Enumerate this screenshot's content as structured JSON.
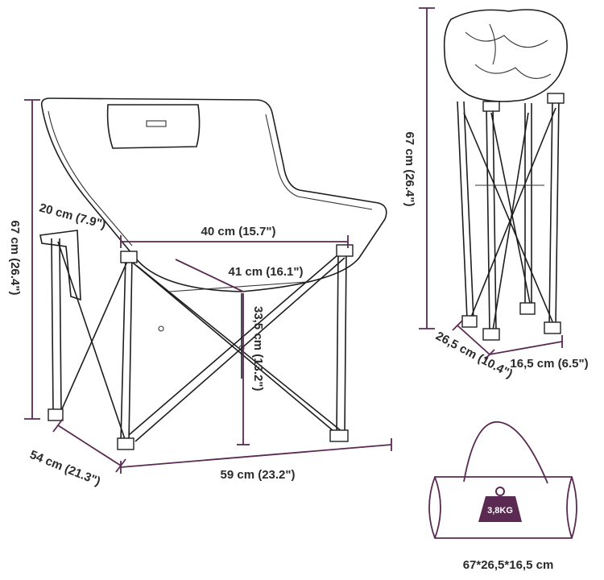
{
  "colors": {
    "dimension": "#5a2a52",
    "weight_tag": "#5a2a52",
    "outline": "#1e1e1e"
  },
  "chair": {
    "height": "67 cm (26.4\")",
    "armrest": "20 cm (7.9\")",
    "seat_width": "40 cm (15.7\")",
    "seat_depth": "41 cm (16.1\")",
    "seat_height": "33,5 cm (13.2\")",
    "depth": "54 cm (21.3\")",
    "width": "59 cm (23.2\")"
  },
  "folded": {
    "height": "67 cm (26.4\")",
    "depth": "26,5 cm (10.4\")",
    "width": "16,5 cm (6.5\")"
  },
  "bag": {
    "weight": "3,8KG",
    "size": "67*26,5*16,5 cm"
  }
}
